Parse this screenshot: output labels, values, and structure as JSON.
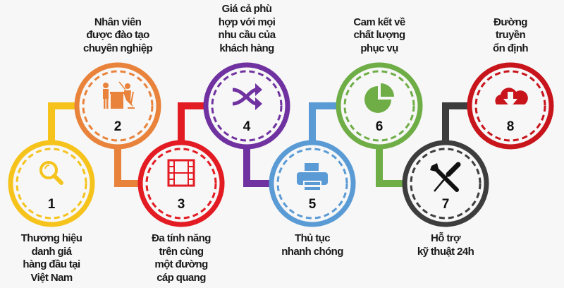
{
  "steps": [
    {
      "number": "1",
      "icon": "search-icon",
      "color": "#f5c31c",
      "lines": [
        "Thương hiệu",
        "danh giá",
        "hàng đầu tại",
        "Việt Nam"
      ]
    },
    {
      "number": "2",
      "icon": "office-meeting-icon",
      "color": "#e9833b",
      "lines": [
        "Nhân viên",
        "được đào tạo",
        "chuyên nghiệp"
      ]
    },
    {
      "number": "3",
      "icon": "film-icon",
      "color": "#e31b23",
      "lines": [
        "Đa tính năng",
        "trên cùng",
        "một đường",
        "cáp quang"
      ]
    },
    {
      "number": "4",
      "icon": "shuffle-icon",
      "color": "#7032a0",
      "lines": [
        "Giá cả phù",
        "hợp với mọi",
        "nhu cầu của",
        "khách hàng"
      ]
    },
    {
      "number": "5",
      "icon": "printer-icon",
      "color": "#5a9bd5",
      "lines": [
        "Thủ tục",
        "nhanh chóng"
      ]
    },
    {
      "number": "6",
      "icon": "pie-chart-icon",
      "color": "#6fad46",
      "lines": [
        "Cam kết về",
        "chất lượng",
        "phục vụ"
      ]
    },
    {
      "number": "7",
      "icon": "wrench-screwdriver-icon",
      "color": "#3d3d3d",
      "lines": [
        "Hỗ trợ",
        "kỹ thuật 24h"
      ]
    },
    {
      "number": "8",
      "icon": "cloud-download-icon",
      "color": "#c8141b",
      "lines": [
        "Đường",
        "truyền",
        "ổn định"
      ]
    }
  ]
}
